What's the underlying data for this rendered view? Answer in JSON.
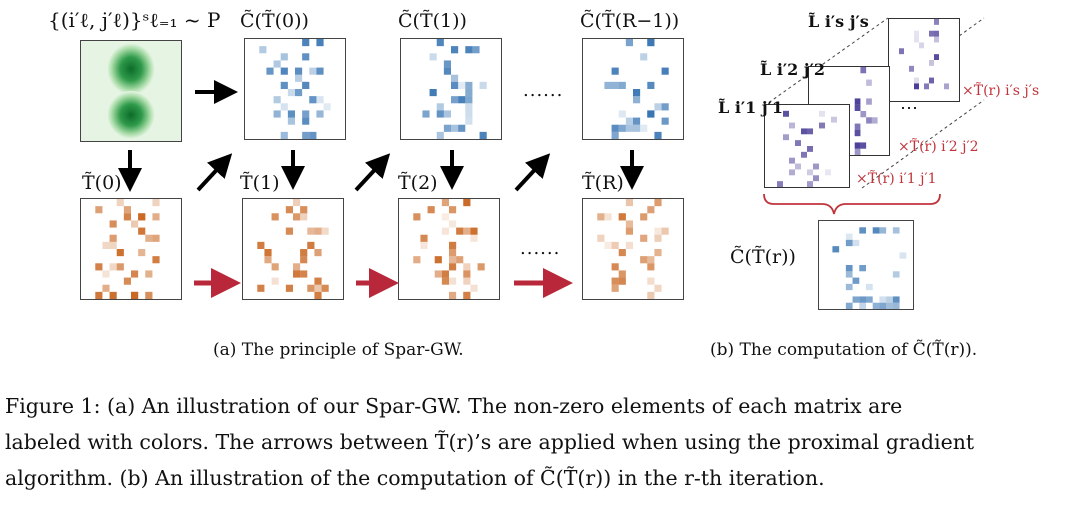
{
  "panel_a": {
    "sample_label": "{(i′ℓ, j′ℓ)}ˢℓ₌₁ ~ P",
    "top_labels": [
      "C̃(T̃(0))",
      "C̃(T̃(1))",
      "C̃(T̃(R−1))"
    ],
    "bottom_labels": [
      "T̃(0)",
      "T̃(1)",
      "T̃(2)",
      "T̃(R)"
    ],
    "dots": "......",
    "subcaption": "(a)  The principle of Spar-GW."
  },
  "panel_b": {
    "l_labels": [
      "L̃ i′s j′s",
      "L̃ i′2 j′2",
      "L̃ i′1 j′1"
    ],
    "weights": [
      "×T̃(r) i′s j′s",
      "×T̃(r) i′2 j′2",
      "×T̃(r) i′1 j′1"
    ],
    "ellipsis": "⋯",
    "result_label": "C̃(T̃(r))",
    "subcaption": "(b)  The computation of C̃(T̃(r))."
  },
  "caption": {
    "line1": "Figure 1: (a) An illustration of our Spar-GW. The non-zero elements of each matrix are",
    "line2": "labeled with colors. The arrows between T̃(r)’s are applied when using the proximal gradient",
    "line3": "algorithm. (b) An illustration of the computation of C̃(T̃(r)) in the r-th iteration."
  },
  "colors": {
    "blue": "#2f6fb0",
    "orange": "#c8621a",
    "green": "#1f8a3a",
    "purple": "#3b2f8f",
    "red_arrow": "#b8283a",
    "red_text": "#c0343c"
  }
}
